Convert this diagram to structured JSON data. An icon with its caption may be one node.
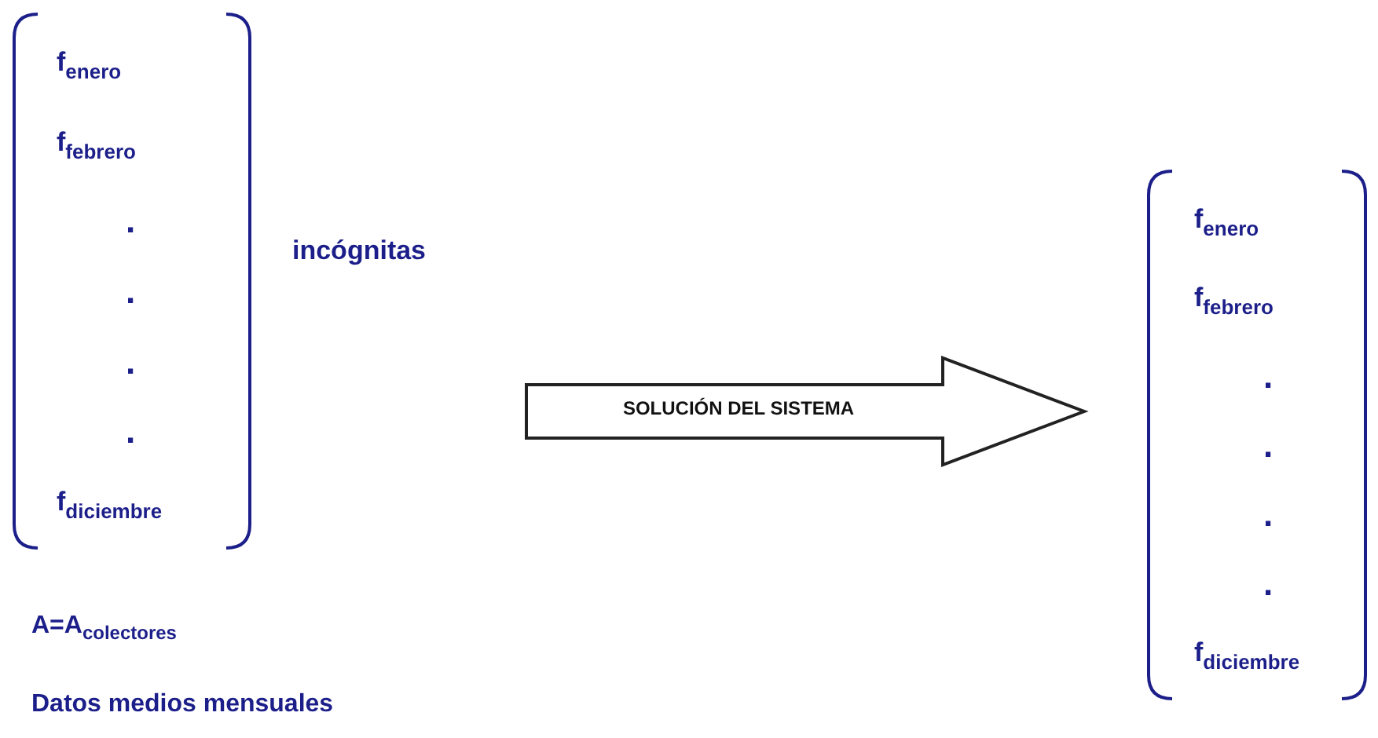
{
  "diagram": {
    "nodes": [
      {
        "text": [
          "f$_{enero}$",
          "f$_{febrero}$",
          ".",
          ".",
          ".",
          ".",
          "f$_{diciembre}$"
        ],
        "beside": [
          "incógnitas"
        ]
      },
      {
        "text": [
          "f$_{enero}$",
          "f$_{febrero}$",
          ".",
          ".",
          ".",
          ".",
          "f$_{diciembre}$"
        ]
      }
    ],
    "edges": [
      {
        "from": 0,
        "to": 1,
        "arrow": "to",
        "label": "SOLUCIÓN DEL SISTEMA",
        "style": "thick"
      }
    ],
    "labels": [
      "A=A$_{colectores}$",
      "Datos medios mensuales"
    ]
  }
}
